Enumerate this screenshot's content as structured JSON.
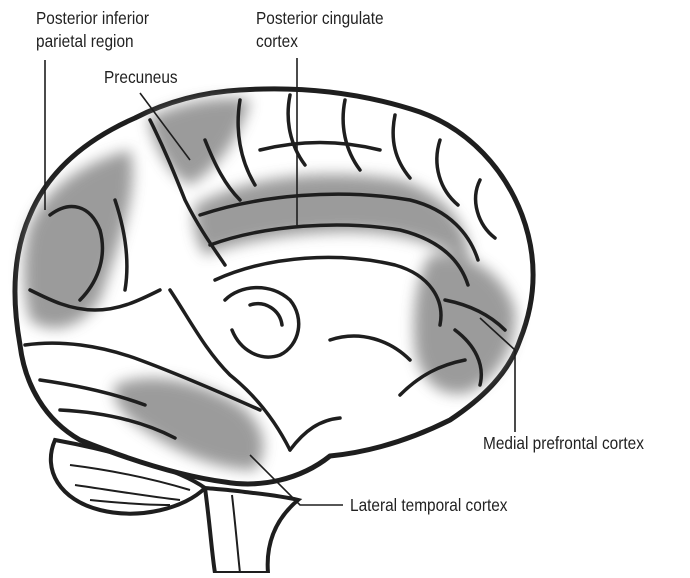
{
  "diagram": {
    "labels": {
      "posterior_inferior_parietal": [
        "Posterior inferior",
        "parietal region"
      ],
      "posterior_cingulate": [
        "Posterior cingulate",
        "cortex"
      ],
      "precuneus": "Precuneus",
      "medial_prefrontal": "Medial prefrontal cortex",
      "lateral_temporal": "Lateral temporal cortex"
    },
    "colors": {
      "outline": "#1e1e1e",
      "highlight": "#8a8a8a",
      "background": "#ffffff"
    }
  }
}
